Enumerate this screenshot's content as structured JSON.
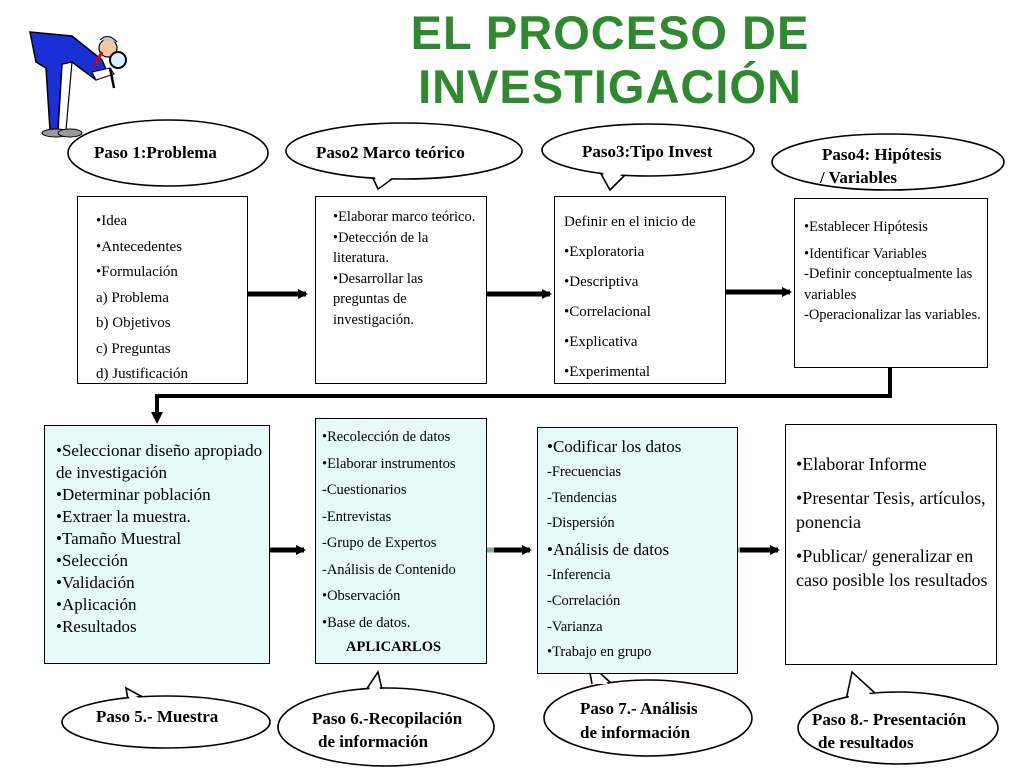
{
  "title": {
    "line1": "EL PROCESO DE",
    "line2": "INVESTIGACIÓN"
  },
  "icons": {
    "figure": "detective-magnifier-icon"
  },
  "steps": {
    "s1": {
      "label": "Paso 1:Problema",
      "items": [
        "•Idea",
        "•Antecedentes",
        "•Formulación",
        "a) Problema",
        "b) Objetivos",
        "c) Preguntas",
        "d) Justificación"
      ]
    },
    "s2": {
      "label": "Paso2 Marco teórico",
      "items": [
        "•Elaborar marco teórico.",
        "•Detección de la literatura.",
        "•Desarrollar las preguntas de investigación."
      ]
    },
    "s3": {
      "label": "Paso3:Tipo Invest",
      "items": [
        "Definir en el inicio de",
        "•Exploratoria",
        "•Descriptiva",
        "•Correlacional",
        "•Explicativa",
        "•Experimental"
      ]
    },
    "s4": {
      "label_line1": "Paso4: Hipótesis",
      "label_line2": "/ Variables",
      "items": [
        "•Establecer Hipótesis",
        "•Identificar Variables",
        "-Definir conceptualmente las variables",
        "-Operacionalizar las variables."
      ]
    },
    "s5": {
      "label": "Paso 5.- Muestra",
      "items": [
        "•Seleccionar diseño apropiado de investigación",
        "•Determinar población",
        "•Extraer la muestra.",
        "•Tamaño Muestral",
        "•Selección",
        "•Validación",
        "•Aplicación",
        "•Resultados"
      ]
    },
    "s6": {
      "label_line1": "Paso 6.-Recopilación",
      "label_line2": "de información",
      "items": [
        "•Recolección de datos",
        "•Elaborar instrumentos",
        "-Cuestionarios",
        "-Entrevistas",
        "-Grupo de Expertos",
        "-Análisis de Contenido",
        "•Observación",
        "•Base de datos."
      ],
      "footer": "APLICARLOS"
    },
    "s7": {
      "label_line1": "Paso 7.- Análisis",
      "label_line2": "de información",
      "items": [
        "•Codificar los datos",
        "-Frecuencias",
        "-Tendencias",
        "-Dispersión",
        "•Análisis de datos",
        "-Inferencia",
        "-Correlación",
        "-Varianza",
        "•Trabajo en grupo"
      ]
    },
    "s8": {
      "label_line1": "Paso 8.- Presentación",
      "label_line2": "de resultados",
      "items": [
        "•Elaborar Informe",
        "•Presentar  Tesis, artículos, ponencia",
        "•Publicar/ generalizar en caso posible los resultados"
      ]
    }
  },
  "colors": {
    "title": "#2f8a2f",
    "figure_suit": "#1a2fd6",
    "cyan_box": "#e6fafa"
  }
}
